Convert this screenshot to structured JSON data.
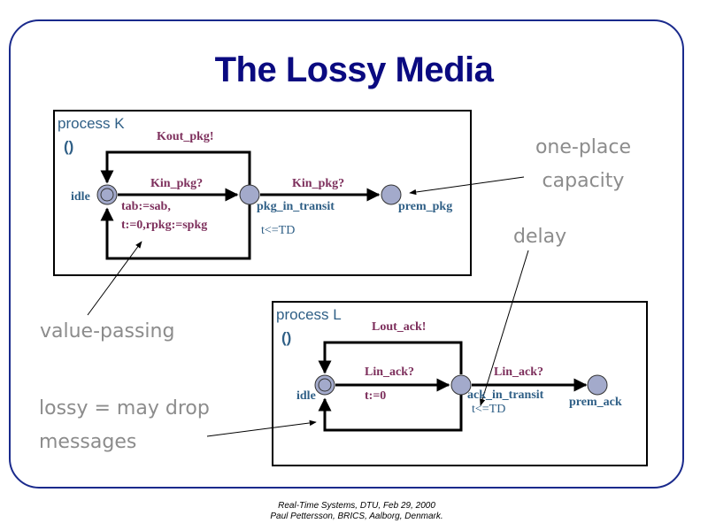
{
  "slide": {
    "title": "The Lossy Media",
    "footer": {
      "line1": "Real-Time Systems, DTU, Feb 29, 2000",
      "line2": "Paul Pettersson, BRICS, Aalborg, Denmark."
    }
  },
  "colors": {
    "frame": "#1a2a8c",
    "title": "#0a0a80",
    "location_fill": "#a3aacb",
    "location_text": "#2f5f86",
    "edge_label": "#7d2f5c",
    "annotation": "#8c8c8c"
  },
  "process_k": {
    "title": "process K",
    "params": "()",
    "locations": [
      {
        "name": "idle",
        "initial": true,
        "invariant": ""
      },
      {
        "name": "pkg_in_transit",
        "initial": false,
        "invariant": "t<=TD"
      },
      {
        "name": "prem_pkg",
        "initial": false,
        "invariant": ""
      }
    ],
    "edges": [
      {
        "from": "idle",
        "to": "pkg_in_transit",
        "sync": "Kin_pkg?",
        "assign_lines": [
          "tab:=sab,",
          "t:=0,rpkg:=spkg"
        ]
      },
      {
        "from": "pkg_in_transit",
        "to": "idle",
        "sync": "Kout_pkg!"
      },
      {
        "from": "pkg_in_transit",
        "to": "prem_pkg",
        "sync": "Kin_pkg?"
      }
    ]
  },
  "process_l": {
    "title": "process L",
    "params": "()",
    "locations": [
      {
        "name": "idle",
        "initial": true,
        "invariant": ""
      },
      {
        "name": "ack_in_transit",
        "initial": false,
        "invariant": "t<=TD"
      },
      {
        "name": "prem_ack",
        "initial": false,
        "invariant": ""
      }
    ],
    "edges": [
      {
        "from": "idle",
        "to": "ack_in_transit",
        "sync": "Lin_ack?",
        "assign_lines": [
          "t:=0"
        ]
      },
      {
        "from": "ack_in_transit",
        "to": "idle",
        "sync": "Lout_ack!"
      },
      {
        "from": "ack_in_transit",
        "to": "prem_ack",
        "sync": "Lin_ack?"
      }
    ]
  },
  "annotations": {
    "one_place_capacity": [
      "one-place",
      "capacity"
    ],
    "delay": "delay",
    "value_passing": "value-passing",
    "lossy": [
      "lossy = may drop",
      "messages"
    ]
  }
}
